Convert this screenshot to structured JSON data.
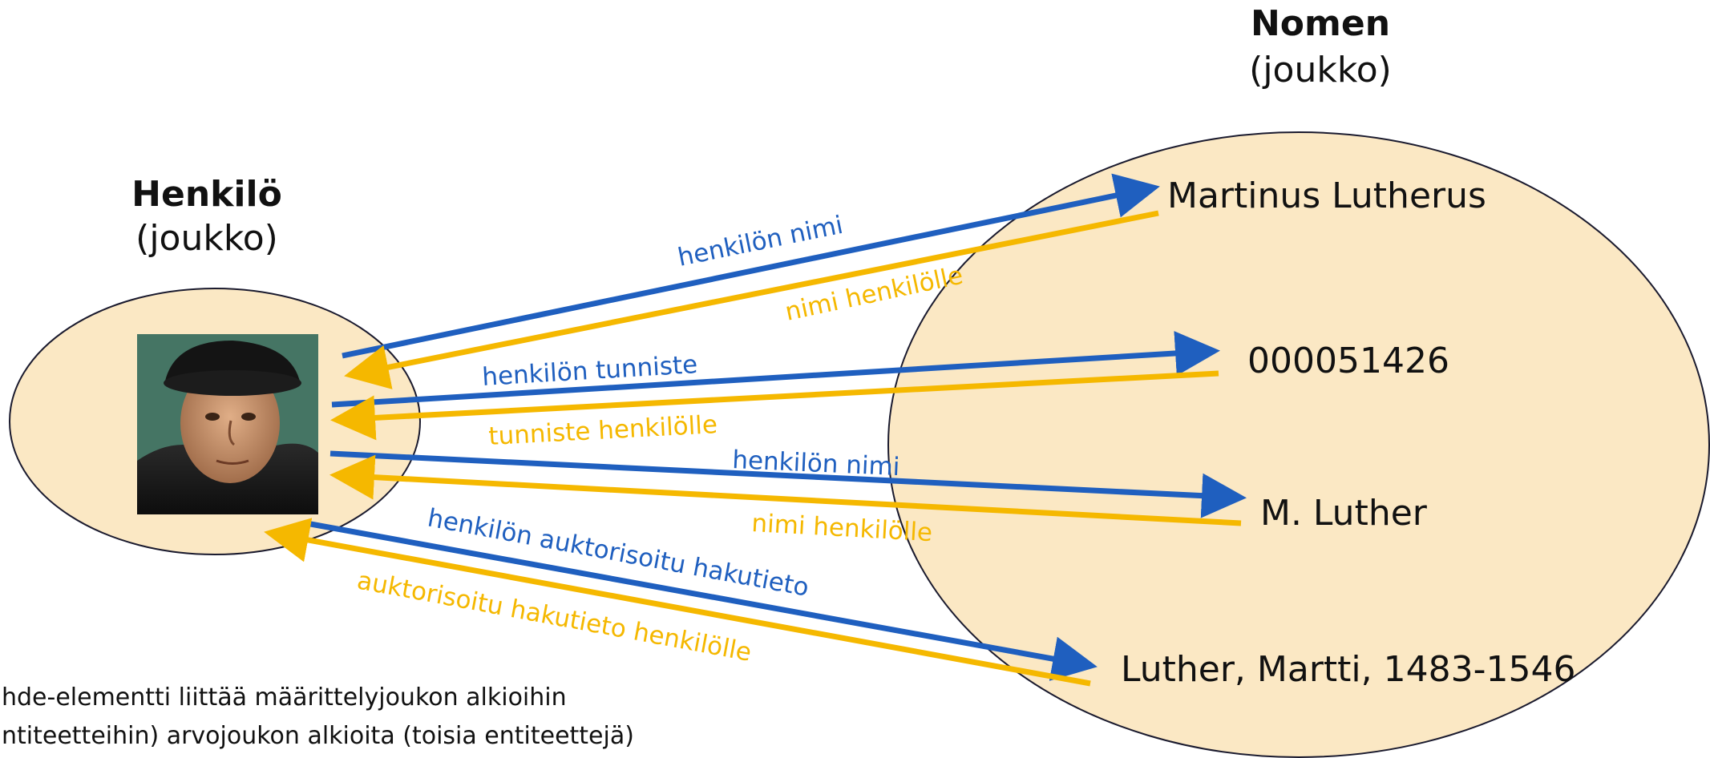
{
  "henkilo_set": {
    "title": "Henkilö",
    "subtitle": "(joukko)"
  },
  "nomen_set": {
    "title": "Nomen",
    "subtitle": "(joukko)"
  },
  "portrait": {
    "alt": "Martin Luther portrait"
  },
  "nomen_values": [
    "Martinus Lutherus",
    "000051426",
    "M. Luther",
    "Luther, Martti, 1483-1546"
  ],
  "relations": {
    "r1_forward": "henkilön nimi",
    "r1_inverse": "nimi henkilölle",
    "r2_forward": "henkilön tunniste",
    "r2_inverse": "tunniste henkilölle",
    "r3_forward": "henkilön nimi",
    "r3_inverse": "nimi henkilölle",
    "r4_forward": "henkilön auktorisoitu hakutieto",
    "r4_inverse": "auktorisoitu hakutieto henkilölle"
  },
  "note": {
    "line1": "hde-elementti liittää määrittelyjoukon alkioihin",
    "line2": "ntiteetteihin) arvojoukon alkioita (toisia entiteettejä)"
  },
  "colors": {
    "forward": "#1f5fbf",
    "inverse": "#f5b800",
    "set_fill": "#fbe8c4",
    "set_stroke": "#1a1a2e"
  }
}
